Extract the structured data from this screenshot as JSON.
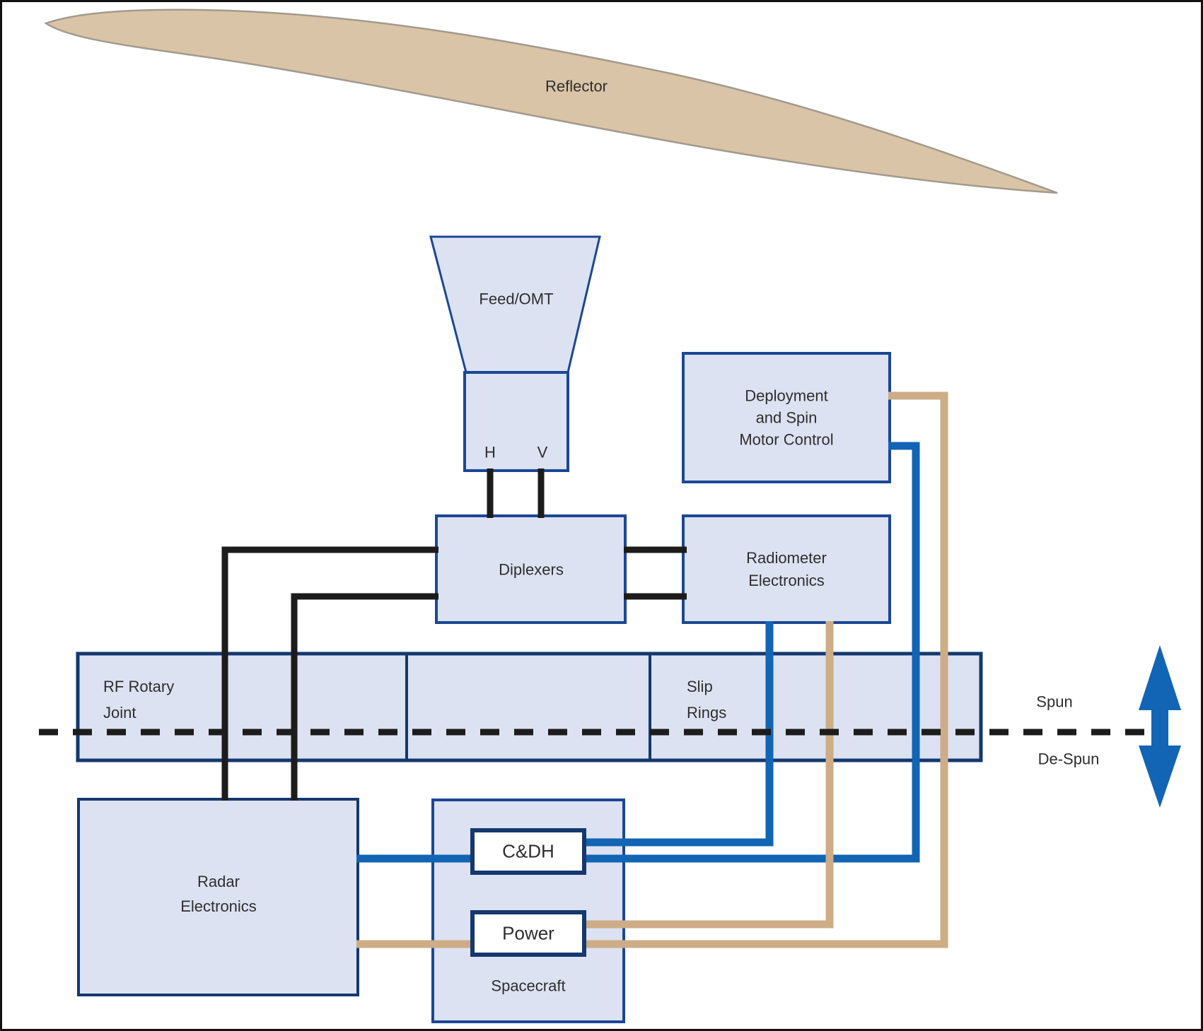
{
  "nodes": {
    "reflector": {
      "label": "Reflector"
    },
    "feed_omt": {
      "label": "Feed/OMT",
      "port_h": "H",
      "port_v": "V"
    },
    "deployment_motor": {
      "line1": "Deployment",
      "line2": "and Spin",
      "line3": "Motor Control"
    },
    "diplexers": {
      "label": "Diplexers"
    },
    "radiometer_electronics": {
      "line1": "Radiometer",
      "line2": "Electronics"
    },
    "rf_rotary_joint": {
      "line1": "RF Rotary",
      "line2": "Joint"
    },
    "slip_rings": {
      "line1": "Slip",
      "line2": "Rings"
    },
    "radar_electronics": {
      "line1": "Radar",
      "line2": "Electronics"
    },
    "cdh": {
      "label": "C&DH"
    },
    "power": {
      "label": "Power"
    },
    "spacecraft": {
      "label": "Spacecraft"
    }
  },
  "axis": {
    "spun": "Spun",
    "despun": "De-Spun"
  },
  "icons": {
    "spin_axis_arrow": "double-headed-vertical-arrow"
  },
  "colors": {
    "box_fill": "#dce2f1",
    "box_border": "#1c4795",
    "dark_border": "#14386f",
    "black_line": "#1c1c1c",
    "blue_line": "#1264b4",
    "tan_line": "#cdac86",
    "blade_fill": "#dac4a7",
    "blade_stroke": "#a29a8d",
    "text": "#2e2e2e",
    "frame": "#111111",
    "background": "#ffffff"
  }
}
